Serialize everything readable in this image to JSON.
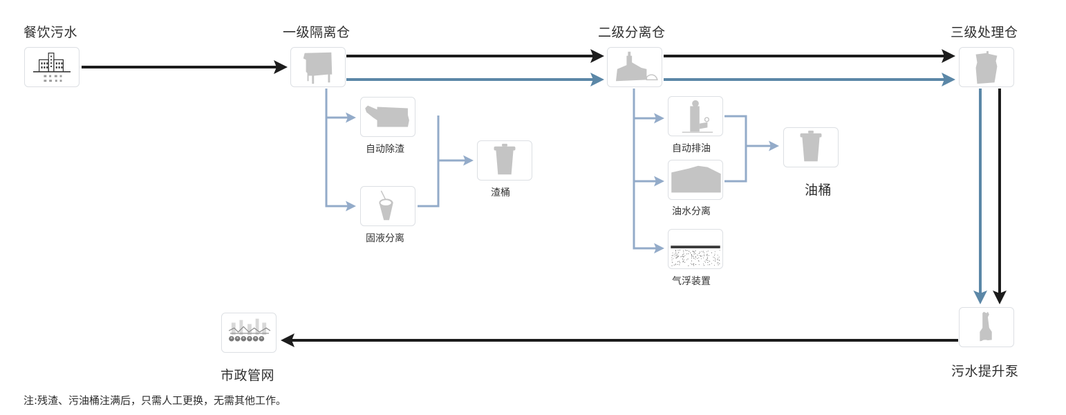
{
  "diagram": {
    "nodes": {
      "restaurant_wastewater": {
        "label": "餐饮污水",
        "icon": "building-icon"
      },
      "primary_isolation": {
        "label": "一级隔离仓",
        "icon": "tank-icon"
      },
      "secondary_separation": {
        "label": "二级分离仓",
        "icon": "separator-icon"
      },
      "tertiary_treatment": {
        "label": "三级处理仓",
        "icon": "treatment-tank-icon"
      },
      "auto_slag_removal": {
        "label": "自动除渣",
        "icon": "slag-remover-icon"
      },
      "solid_liquid_separation": {
        "label": "固液分离",
        "icon": "strainer-basket-icon"
      },
      "slag_bucket": {
        "label": "渣桶",
        "icon": "bucket-icon"
      },
      "auto_oil_discharge": {
        "label": "自动排油",
        "icon": "oil-discharge-icon"
      },
      "oil_water_separation": {
        "label": "油水分离",
        "icon": "oil-water-tank-icon"
      },
      "air_flotation": {
        "label": "气浮装置",
        "icon": "air-flotation-icon"
      },
      "oil_bucket": {
        "label": "油桶",
        "icon": "bucket-icon"
      },
      "sewage_lift_pump": {
        "label": "污水提升泵",
        "icon": "pump-icon"
      },
      "municipal_network": {
        "label": "市政管网",
        "icon": "pipe-network-icon"
      }
    },
    "edges": [
      {
        "from": "restaurant_wastewater",
        "to": "primary_isolation",
        "style": "black"
      },
      {
        "from": "primary_isolation",
        "to": "secondary_separation",
        "style": "black"
      },
      {
        "from": "primary_isolation",
        "to": "secondary_separation",
        "style": "steel-blue"
      },
      {
        "from": "secondary_separation",
        "to": "tertiary_treatment",
        "style": "black"
      },
      {
        "from": "secondary_separation",
        "to": "tertiary_treatment",
        "style": "steel-blue"
      },
      {
        "from": "primary_isolation",
        "to": "auto_slag_removal",
        "style": "light-blue"
      },
      {
        "from": "primary_isolation",
        "to": "solid_liquid_separation",
        "style": "light-blue"
      },
      {
        "from": "auto_slag_removal",
        "to": "slag_bucket",
        "style": "light-blue"
      },
      {
        "from": "solid_liquid_separation",
        "to": "slag_bucket",
        "style": "light-blue"
      },
      {
        "from": "secondary_separation",
        "to": "auto_oil_discharge",
        "style": "light-blue"
      },
      {
        "from": "secondary_separation",
        "to": "oil_water_separation",
        "style": "light-blue"
      },
      {
        "from": "secondary_separation",
        "to": "air_flotation",
        "style": "light-blue"
      },
      {
        "from": "auto_oil_discharge",
        "to": "oil_bucket",
        "style": "light-blue"
      },
      {
        "from": "oil_water_separation",
        "to": "oil_bucket",
        "style": "light-blue"
      },
      {
        "from": "tertiary_treatment",
        "to": "sewage_lift_pump",
        "style": "steel-blue"
      },
      {
        "from": "tertiary_treatment",
        "to": "sewage_lift_pump",
        "style": "black"
      },
      {
        "from": "sewage_lift_pump",
        "to": "municipal_network",
        "style": "black"
      }
    ],
    "colors": {
      "black_line": "#1c1c1c",
      "steel_blue_line": "#5b87a7",
      "light_blue_line": "#93abc9",
      "icon_gray": "#c4c4c4"
    },
    "note": "注:残渣、污油桶注满后，只需人工更换，无需其他工作。"
  }
}
